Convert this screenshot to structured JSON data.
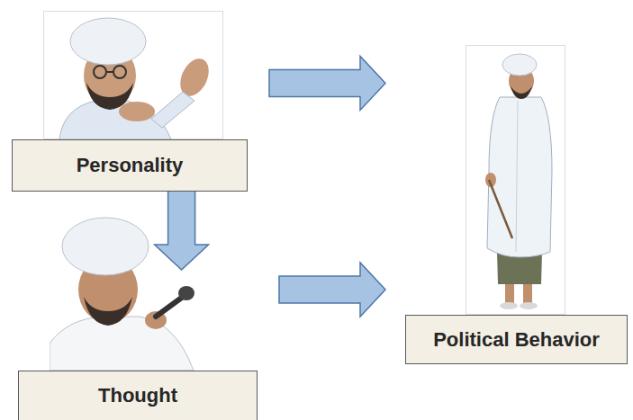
{
  "diagram": {
    "nodes": [
      {
        "text": [
          "Personality"
        ]
      },
      {
        "text": [
          "Thought"
        ]
      },
      {
        "text": [
          "Political Behavior"
        ]
      }
    ],
    "edges": [
      {
        "from": 0,
        "to": 2,
        "arrow": "to"
      },
      {
        "from": 0,
        "to": 1,
        "arrow": "to"
      },
      {
        "from": 1,
        "to": 2,
        "arrow": "to"
      }
    ]
  }
}
